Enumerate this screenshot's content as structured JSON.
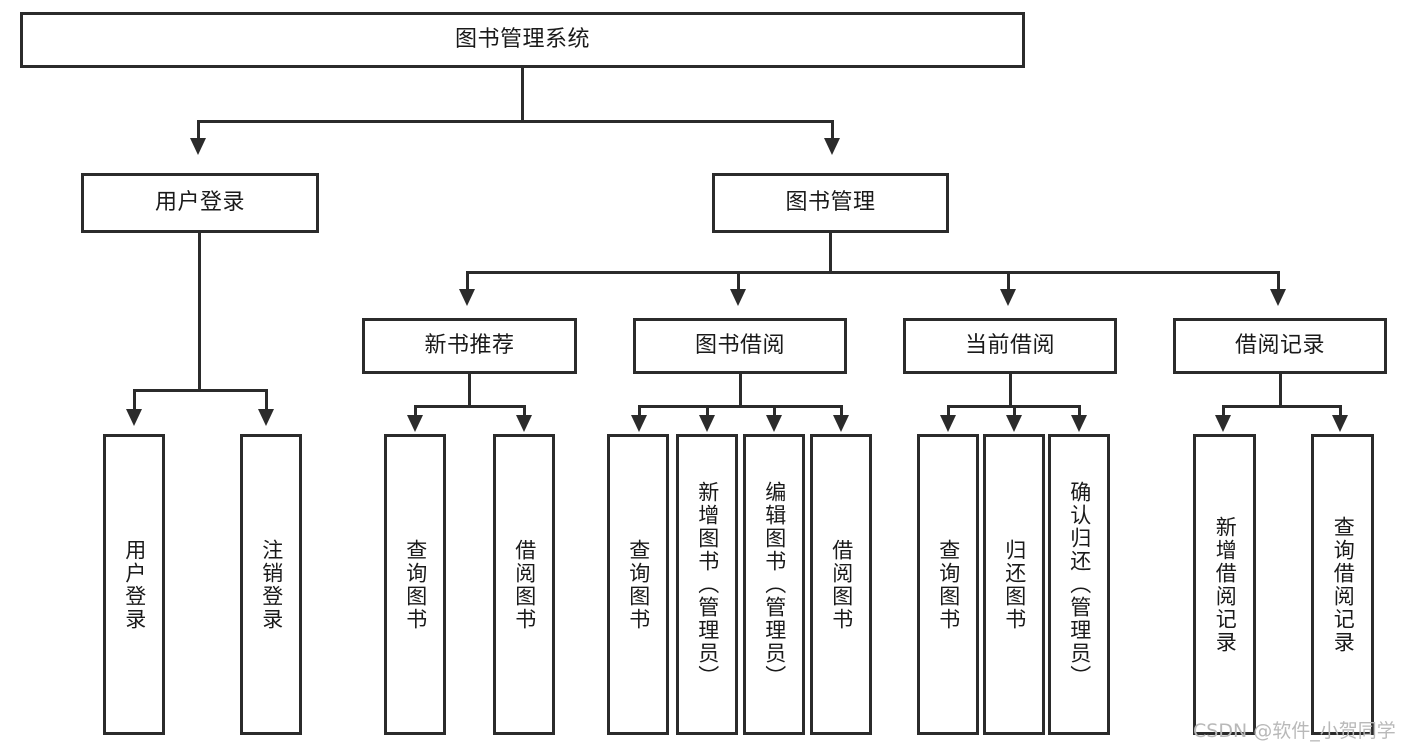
{
  "diagram": {
    "type": "tree-hierarchy-chart",
    "title": "图书管理系统",
    "root": {
      "label": "图书管理系统"
    },
    "level1": [
      {
        "label": "用户登录"
      },
      {
        "label": "图书管理"
      }
    ],
    "level2": [
      {
        "label": "新书推荐"
      },
      {
        "label": "图书借阅"
      },
      {
        "label": "当前借阅"
      },
      {
        "label": "借阅记录"
      }
    ],
    "leaves": {
      "user_login": [
        {
          "label": "用户登录"
        },
        {
          "label": "注销登录"
        }
      ],
      "new_book_recommend": [
        {
          "label": "查询图书"
        },
        {
          "label": "借阅图书"
        }
      ],
      "book_borrow": [
        {
          "label": "查询图书"
        },
        {
          "label": "新增图书（管理员）"
        },
        {
          "label": "编辑图书（管理员）"
        },
        {
          "label": "借阅图书"
        }
      ],
      "current_borrow": [
        {
          "label": "查询图书"
        },
        {
          "label": "归还图书"
        },
        {
          "label": "确认归还（管理员）"
        }
      ],
      "borrow_record": [
        {
          "label": "新增借阅记录"
        },
        {
          "label": "查询借阅记录"
        }
      ]
    }
  },
  "watermark": {
    "text": "CSDN @软件_小贺同学"
  },
  "colors": {
    "stroke": "#2b2b2b",
    "fill": "#ffffff",
    "text": "#1a1a1a",
    "watermark": "#b9b9b9"
  }
}
